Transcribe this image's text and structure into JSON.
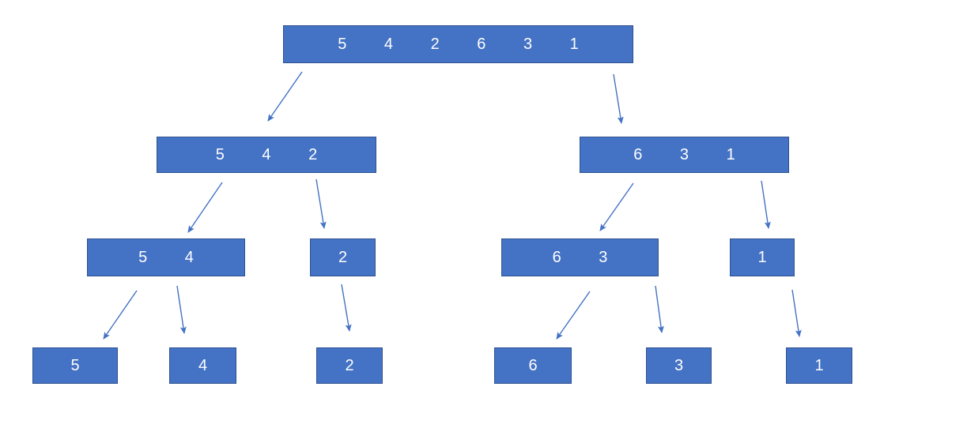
{
  "diagram": {
    "type": "merge-sort-divide-tree",
    "colors": {
      "box_fill": "#4472c4",
      "box_border": "#2f528f",
      "arrow": "#4472c4",
      "text": "#ffffff",
      "background": "#ffffff"
    },
    "nodes": {
      "root": {
        "label": "5 4 2 6 3 1",
        "values": [
          5,
          4,
          2,
          6,
          3,
          1
        ],
        "level": 1
      },
      "l2_left": {
        "label": "5 4 2",
        "values": [
          5,
          4,
          2
        ],
        "level": 2
      },
      "l2_right": {
        "label": "6 3 1",
        "values": [
          6,
          3,
          1
        ],
        "level": 2
      },
      "l3_left_pair": {
        "label": "5 4",
        "values": [
          5,
          4
        ],
        "level": 3
      },
      "l3_left_single": {
        "label": "2",
        "values": [
          2
        ],
        "level": 3
      },
      "l3_right_pair": {
        "label": "6 3",
        "values": [
          6,
          3
        ],
        "level": 3
      },
      "l3_right_single": {
        "label": "1",
        "values": [
          1
        ],
        "level": 3
      },
      "leaf_5": {
        "label": "5",
        "values": [
          5
        ],
        "level": 4
      },
      "leaf_4": {
        "label": "4",
        "values": [
          4
        ],
        "level": 4
      },
      "leaf_2": {
        "label": "2",
        "values": [
          2
        ],
        "level": 4
      },
      "leaf_6": {
        "label": "6",
        "values": [
          6
        ],
        "level": 4
      },
      "leaf_3": {
        "label": "3",
        "values": [
          3
        ],
        "level": 4
      },
      "leaf_1": {
        "label": "1",
        "values": [
          1
        ],
        "level": 4
      }
    },
    "edges": [
      {
        "from": "root",
        "to": "l2_left"
      },
      {
        "from": "root",
        "to": "l2_right"
      },
      {
        "from": "l2_left",
        "to": "l3_left_pair"
      },
      {
        "from": "l2_left",
        "to": "l3_left_single"
      },
      {
        "from": "l2_right",
        "to": "l3_right_pair"
      },
      {
        "from": "l2_right",
        "to": "l3_right_single"
      },
      {
        "from": "l3_left_pair",
        "to": "leaf_5"
      },
      {
        "from": "l3_left_pair",
        "to": "leaf_4"
      },
      {
        "from": "l3_left_single",
        "to": "leaf_2"
      },
      {
        "from": "l3_right_pair",
        "to": "leaf_6"
      },
      {
        "from": "l3_right_pair",
        "to": "leaf_3"
      },
      {
        "from": "l3_right_single",
        "to": "leaf_1"
      }
    ]
  }
}
